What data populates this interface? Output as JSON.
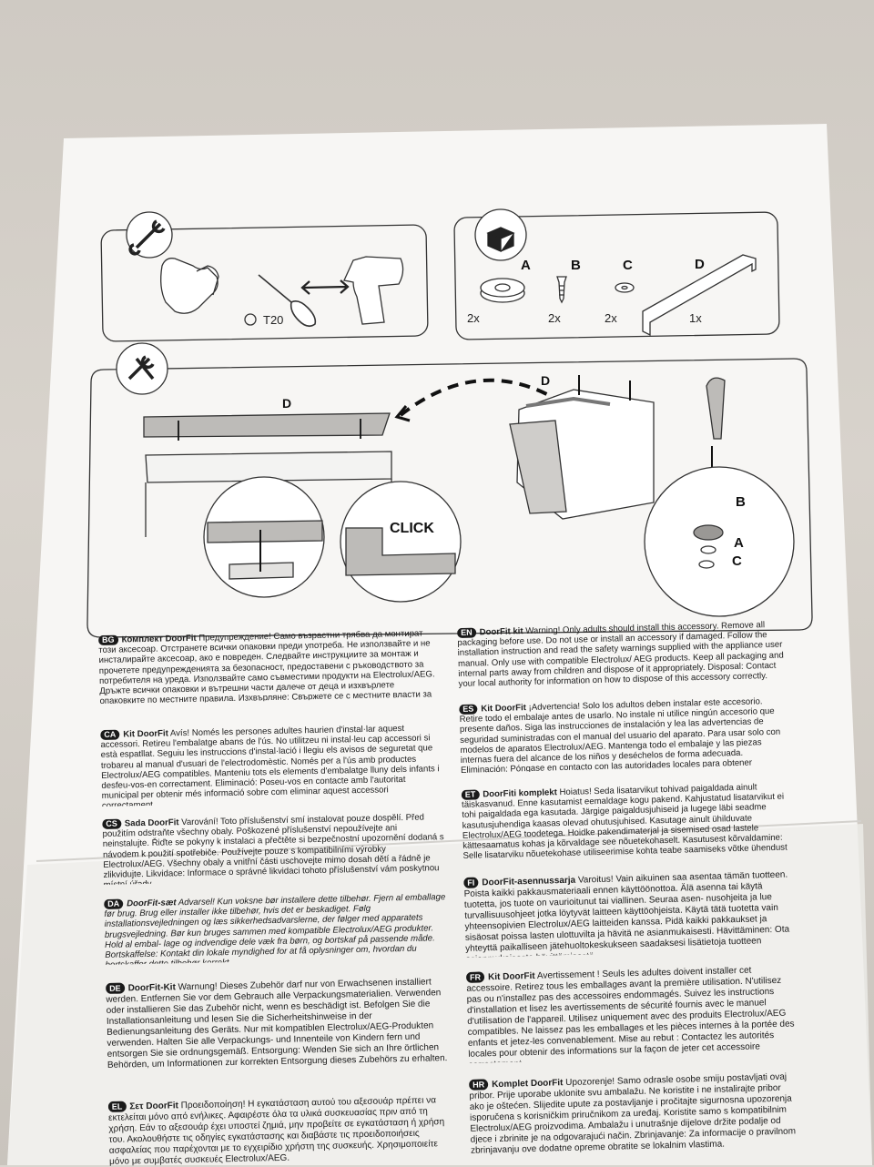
{
  "tools": {
    "torx": "T20"
  },
  "parts": [
    {
      "letter": "A",
      "qty": "2x"
    },
    {
      "letter": "B",
      "qty": "2x"
    },
    {
      "letter": "C",
      "qty": "2x"
    },
    {
      "letter": "D",
      "qty": "1x"
    }
  ],
  "install": {
    "d_label": "D",
    "click": "CLICK",
    "a": "A",
    "b": "B",
    "c": "C"
  },
  "left_col": [
    {
      "code": "BG",
      "title": "Комплект DoorFit",
      "text": "Предупреждение! Само възрастни трябва да монтират този аксесоар. Отстранете всички опаковки преди употреба. Не използвайте и не инсталирайте аксесоар, ако е повреден. Следвайте инструкциите за монтаж и прочетете предупрежденията за безопасност, предоставени с ръководството за потребителя на уреда. Използвайте само съвместими продукти на Electrolux/AEG. Дръжте всички опаковки и вътрешни части далече от деца и изхвърлете опаковките по местните правила. Изхвърляне: Свържете се с местните власти за информация как да изхвърлите правилно този аксесоар."
    },
    {
      "code": "CA",
      "title": "Kit DoorFit",
      "text": "Avís! Només les persones adultes haurien d'instal·lar aquest accessori. Retireu l'embalatge abans de l'ús. No utilitzeu ni instal·leu cap accessori si està espatllat. Seguiu les instruccions d'instal·lació i llegiu els avisos de seguretat que trobareu al manual d'usuari de l'electrodomèstic. Només per a l'ús amb productes Electrolux/AEG compatibles. Manteniu tots els elements d'embalatge lluny dels infants i desfeu-vos-en correctament. Eliminació: Poseu-vos en contacte amb l'autoritat municipal per obtenir més informació sobre com eliminar aquest accessori correctament."
    },
    {
      "code": "CS",
      "title": "Sada DoorFit",
      "text": "Varování! Toto příslušenství smí instalovat pouze dospělí. Před použitím odstraňte všechny obaly. Poškozené příslušenství nepoužívejte ani neinstalujte. Řiďte se pokyny k instalaci a přečtěte si bezpečnostní upozornění dodaná s návodem k použití spotřebiče. Používejte pouze s kompatibilními výrobky Electrolux/AEG. Všechny obaly a vnitřní části uschovejte mimo dosah dětí a řádně je zlikvidujte. Likvidace: Informace o správné likvidaci tohoto příslušenství vám poskytnou místní úřady."
    },
    {
      "code": "DA",
      "title": "DoorFit-sæt",
      "text": "Advarsel! Kun voksne bør installere dette tilbehør. Fjern al emballage før brug. Brug eller installer ikke tilbehør, hvis det er beskadiget. Følg installationsvejledningen og læs sikkerhedsadvarslerne, der følger med apparatets brugsvejledning. Bør kun bruges sammen med kompatible Electrolux/AEG produkter. Hold al embal- lage og indvendige dele væk fra børn, og bortskaf på passende måde. Bortskaffelse: Kontakt din lokale myndighed for at få oplysninger om, hvordan du bortskaffer dette tilbehør korrekt."
    },
    {
      "code": "DE",
      "title": "DoorFit-Kit",
      "text": "Warnung! Dieses Zubehör darf nur von Erwachsenen installiert werden. Entfernen Sie vor dem Gebrauch alle Verpackungsmaterialien. Verwenden oder installieren Sie das Zubehör nicht, wenn es beschädigt ist. Befolgen Sie die Installationsanleitung und lesen Sie die Sicherheitshinweise in der Bedienungsanleitung des Geräts. Nur mit kompatiblen Electrolux/AEG-Produkten verwenden. Halten Sie alle Verpackungs- und Innenteile von Kindern fern und entsorgen Sie sie ordnungsgemäß. Entsorgung: Wenden Sie sich an Ihre örtlichen Behörden, um Informationen zur korrekten Entsorgung dieses Zubehörs zu erhalten."
    },
    {
      "code": "EL",
      "title": "Σετ DoorFit",
      "text": "Προειδοποίηση! Η εγκατάσταση αυτού του αξεσουάρ πρέπει να εκτελείται μόνο από ενήλικες. Αφαιρέστε όλα τα υλικά συσκευασίας πριν από τη χρήση. Εάν το αξεσουάρ έχει υποστεί ζημιά, μην προβείτε σε εγκατάσταση ή χρήση του. Ακολουθήστε τις οδηγίες εγκατάστασης και διαβάστε τις προειδοποιήσεις ασφαλείας που παρέχονται με το εγχειρίδιο χρήστη της συσκευής. Χρησιμοποιείτε μόνο με συμβατές συσκευές Electrolux/AEG."
    }
  ],
  "right_col": [
    {
      "code": "EN",
      "title": "DoorFit kit",
      "text": "Warning! Only adults should install this accessory. Remove all packaging before use. Do not use or install an accessory if damaged. Follow the installation instruction and read the safety warnings supplied with the appliance user manual. Only use with compatible Electrolux/ AEG products. Keep all packaging and internal parts away from children and dispose of it appropriately. Disposal: Contact your local authority for information on how to dispose of this accessory correctly."
    },
    {
      "code": "ES",
      "title": "Kit DoorFit",
      "text": "¡Advertencia! Solo los adultos deben instalar este accesorio. Retire todo el embalaje antes de usarlo. No instale ni utilice ningún accesorio que presente daños. Siga las instrucciones de instalación y lea las advertencias de seguridad suministradas con el manual del usuario del aparato. Para usar solo con modelos de aparatos Electrolux/AEG. Mantenga todo el embalaje y las piezas internas fuera del alcance de los niños y deséchelos de forma adecuada. Eliminación: Póngase en contacto con las autoridades locales para obtener información sobre cómo desechar este accesorio correctamente."
    },
    {
      "code": "ET",
      "title": "DoorFiti komplekt",
      "text": "Hoiatus! Seda lisatarvikut tohivad paigaldada ainult täiskasvanud. Enne kasutamist eemaldage kogu pakend. Kahjustatud lisatarvikut ei tohi paigaldada ega kasutada. Järgige paigaldusjuhiseid ja lugege läbi seadme kasutusjuhendiga kaasas olevad ohutusjuhised. Kasutage ainult ühilduvate Electrolux/AEG toodetega. Hoidke pakendimaterjal ja sisemised osad lastele kättesaamatus kohas ja kõrvaldage see nõuetekohaselt. Kasutusest kõrvaldamine: Selle lisatarviku nõuetekohase utiliseerimise kohta teabe saamiseks võtke ühendust kohaliku omavalitsusega."
    },
    {
      "code": "FI",
      "title": "DoorFit-asennussarja",
      "text": "Varoitus! Vain aikuinen saa asentaa tämän tuotteen. Poista kaikki pakkausmateriaali ennen käyttöönottoa. Älä asenna tai käytä tuotetta, jos tuote on vaurioitunut tai viallinen. Seuraa asen- nusohjeita ja lue turvallisuusohjeet jotka löytyvät laitteen käyttöohjeista. Käytä tätä tuotetta vain yhteensopivien Electrolux/AEG laitteiden kanssa. Pidä kaikki pakkaukset ja sisäosat poissa lasten ulottuvilta ja hävitä ne asianmukaisesti. Hävittäminen: Ota yhteyttä paikalliseen jätehuoltokeskukseen saadaksesi lisätietoja tuotteen asianmukaisesta hävittämisestä."
    },
    {
      "code": "FR",
      "title": "Kit DoorFit",
      "text": "Avertissement ! Seuls les adultes doivent installer cet accessoire. Retirez tous les emballages avant la première utilisation. N'utilisez pas ou n'installez pas des accessoires endommagés. Suivez les instructions d'installation et lisez les avertissements de sécurité fournis avec le manuel d'utilisation de l'appareil. Utilisez uniquement avec des produits Electrolux/AEG compatibles. Ne laissez pas les emballages et les pièces internes à la portée des enfants et jetez-les convenablement. Mise au rebut : Contactez les autorités locales pour obtenir des informations sur la façon de jeter cet accessoire correctement."
    },
    {
      "code": "HR",
      "title": "Komplet DoorFit",
      "text": "Upozorenje! Samo odrasle osobe smiju postavljati ovaj pribor. Prije uporabe uklonite svu ambalažu. Ne koristite i ne instalirajte pribor ako je oštećen. Slijedite upute za postavljanje i pročitajte sigurnosna upozorenja isporučena s korisničkim priručnikom za uređaj. Koristite samo s kompatibilnim Electrolux/AEG proizvodima. Ambalažu i unutrašnje dijelove držite podalje od djece i zbrinite je na odgovarajući način. Zbrinjavanje: Za informacije o pravilnom zbrinjavanju ove dodatne opreme obratite se lokalnim vlastima."
    }
  ]
}
